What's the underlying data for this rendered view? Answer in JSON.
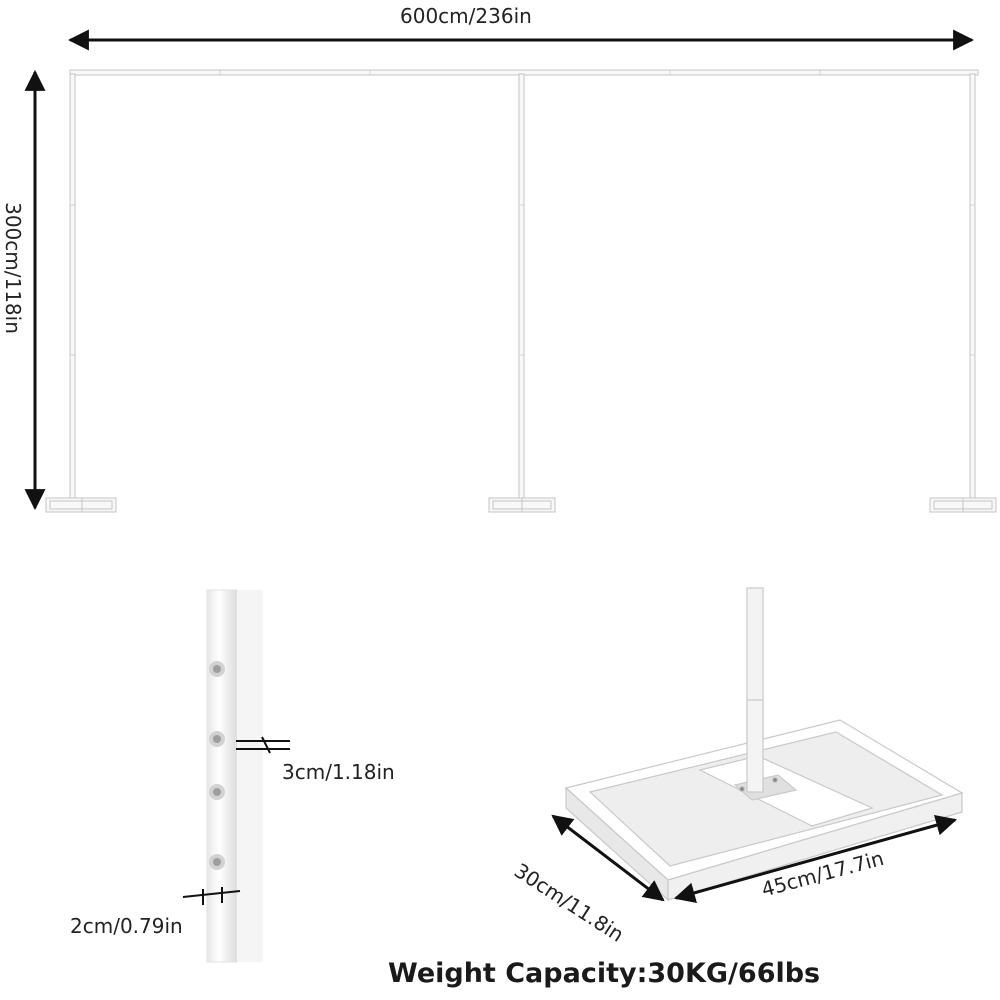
{
  "dimensions": {
    "overall_width": "600cm/236in",
    "overall_height": "300cm/118in",
    "hole_spacing": "3cm/1.18in",
    "pipe_diameter": "2cm/0.79in",
    "base_depth": "30cm/11.8in",
    "base_width": "45cm/17.7in"
  },
  "weight_capacity": "Weight Capacity:30KG/66lbs",
  "colors": {
    "frame": "#f7f7f7",
    "frame_edge": "#bdbdbd",
    "arrow": "#111111",
    "text": "#222222"
  }
}
